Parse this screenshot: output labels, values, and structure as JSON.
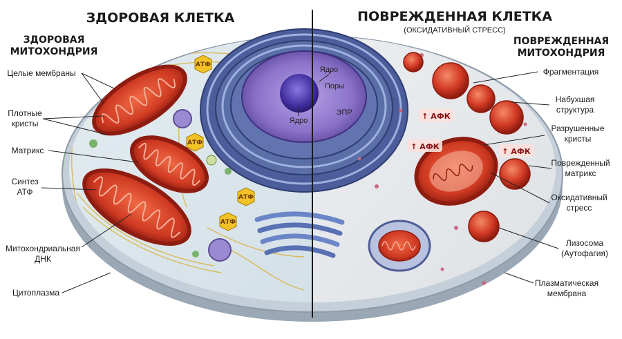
{
  "titles": {
    "healthy": "ЗДОРОВАЯ КЛЕТКА",
    "damaged": "ПОВРЕЖДЕННАЯ КЛЕТКА",
    "damaged_sub": "(ОКСИДАТИВНЫЙ СТРЕСС)"
  },
  "left_header": [
    "ЗДОРОВАЯ",
    "МИТОХОНДРИЯ"
  ],
  "right_header": [
    "ПОВРЕЖДЕННАЯ",
    "МИТОХОНДРИЯ"
  ],
  "left_labels": {
    "membranes": "Целые мембраны",
    "cristae_1": "Плотные",
    "cristae_2": "кристы",
    "matrix": "Матрикс",
    "atp_synth_1": "Синтез",
    "atp_synth_2": "АТФ",
    "mtdna_1": "Митохондриальная",
    "mtdna_2": "ДНК",
    "cytoplasm": "Цитоплазма"
  },
  "center_labels": {
    "nucleus_top": "Ядро",
    "pores": "Поры",
    "nucleolus": "Ядро",
    "er": "ЭПР"
  },
  "right_labels": {
    "fragmentation": "Фрагментация",
    "swollen_1": "Набухшая",
    "swollen_2": "структура",
    "cristae_1": "Разрушенные",
    "cristae_2": "кристы",
    "matrix_1": "Поврежденный",
    "matrix_2": "матрикс",
    "stress_1": "Оксидативный",
    "stress_2": "стресс",
    "lyso_1": "Лизосома",
    "lyso_2": "(Аутофагия)",
    "membrane_1": "Плазматическая",
    "membrane_2": "мембрана"
  },
  "badges": {
    "atp": "АТФ",
    "ros": "↑ АФК"
  },
  "colors": {
    "cytoplasm_left": "#dfe9ee",
    "cytoplasm_right": "#e8e8ea",
    "membrane": "#b9c6d2",
    "mito_fill": "#d2432a",
    "mito_dark": "#8e1c10",
    "nucleus": "#8a72c9",
    "er": "#5a6ea8",
    "atp_badge": "#f3c227"
  }
}
